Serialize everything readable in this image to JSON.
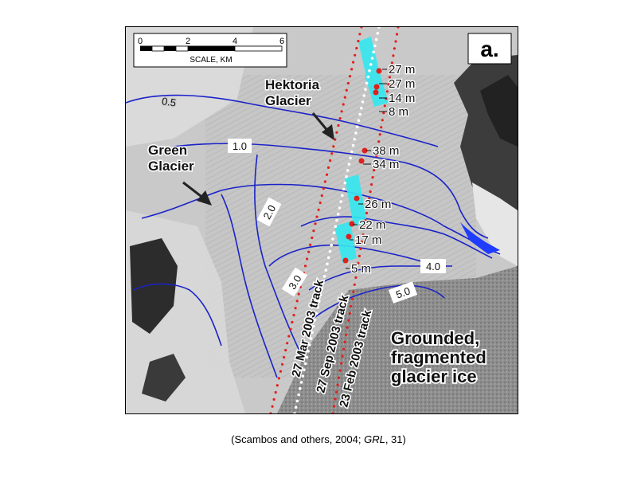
{
  "panel_label": "a.",
  "scale_bar": {
    "ticks": [
      "0",
      "2",
      "4",
      "6"
    ],
    "label": "SCALE, KM"
  },
  "glaciers": [
    {
      "line1": "Hektoria",
      "line2": "Glacier"
    },
    {
      "line1": "Green",
      "line2": "Glacier"
    }
  ],
  "grounded_ice": [
    "Grounded,",
    "fragmented",
    "glacier ice"
  ],
  "contours": [
    "0.5",
    "1.0",
    "2.0",
    "3.0",
    "4.0",
    "5.0"
  ],
  "tracks": [
    "27 Mar 2003 track",
    "27 Sep 2003 track",
    "23 Feb 2003 track"
  ],
  "elevations": [
    "27 m",
    "27 m",
    "14 m",
    "8 m",
    "38 m",
    "34 m",
    "26 m",
    "22 m",
    "17 m",
    "5 m"
  ],
  "caption": {
    "before": "(Scambos and others, 2004; ",
    "journal": "GRL",
    "after": ", 31)"
  },
  "colors": {
    "contour": "#1a22c8",
    "track_dots": "#e0201c",
    "cyan": "#34e8f0",
    "white_dots": "#ffffff"
  }
}
